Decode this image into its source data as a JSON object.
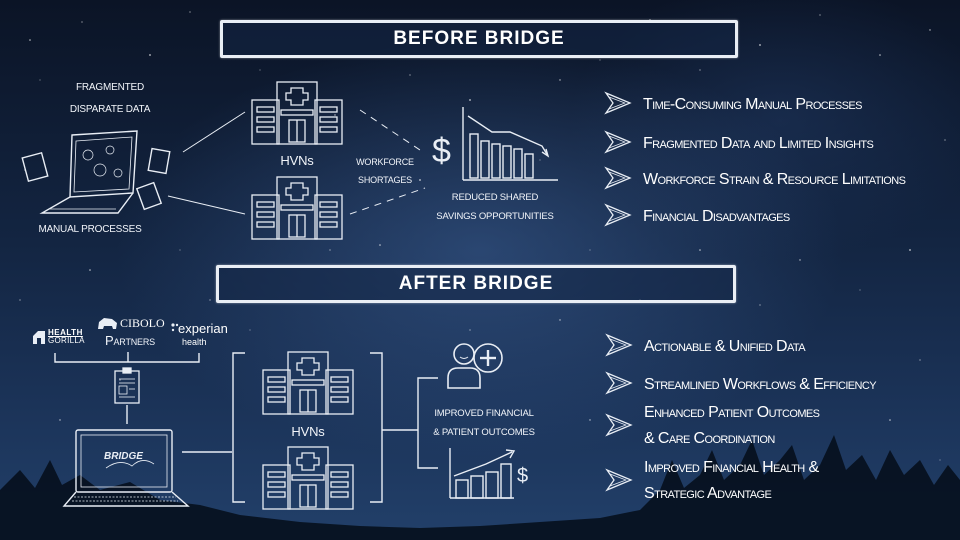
{
  "before": {
    "title": "BEFORE BRIDGE",
    "left_labels": {
      "top_line1": "FRAGMENTED",
      "top_line2": "DISPARATE DATA",
      "bottom": "MANUAL PROCESSES"
    },
    "hvns_label": "HVNs",
    "workforce_line1": "WORKFORCE",
    "workforce_line2": "SHORTAGES",
    "savings_line1": "REDUCED SHARED",
    "savings_line2": "SAVINGS OPPORTUNITIES",
    "bullets": [
      {
        "label": "Time-Consuming Manual Processes",
        "icon": "arrow-right-icon"
      },
      {
        "label": "Fragmented Data and Limited Insights",
        "icon": "arrow-right-icon"
      },
      {
        "label": "Workforce Strain & Resource Limitations",
        "icon": "arrow-right-icon"
      },
      {
        "label": "Financial Disadvantages",
        "icon": "arrow-right-icon"
      }
    ]
  },
  "after": {
    "title": "AFTER BRIDGE",
    "partners": {
      "health_gorilla_line1": "HEALTH",
      "health_gorilla_line2": "GORILLA",
      "cibolo": "CIBOLO",
      "cibolo_sub": "Partners",
      "experian": "experian",
      "experian_sub": "health"
    },
    "laptop_screen": "BRIDGE",
    "hvns_label": "HVNs",
    "outcomes_line1": "IMPROVED FINANCIAL",
    "outcomes_line2": "& PATIENT OUTCOMES",
    "bullets": [
      {
        "label": "Actionable & Unified Data",
        "icon": "arrow-right-icon"
      },
      {
        "label": "Streamlined Workflows & Efficiency",
        "icon": "arrow-right-icon"
      },
      {
        "label_line1": "Enhanced Patient Outcomes",
        "label_line2": "& Care Coordination",
        "icon": "arrow-right-icon"
      },
      {
        "label_line1": "Improved Financial Health &",
        "label_line2": "Strategic Advantage",
        "icon": "arrow-right-icon"
      }
    ]
  },
  "colors": {
    "sky_top": "#0b1426",
    "sky_bottom": "#22406a",
    "sketch_line": "#e9eef5",
    "text": "#ffffff"
  }
}
